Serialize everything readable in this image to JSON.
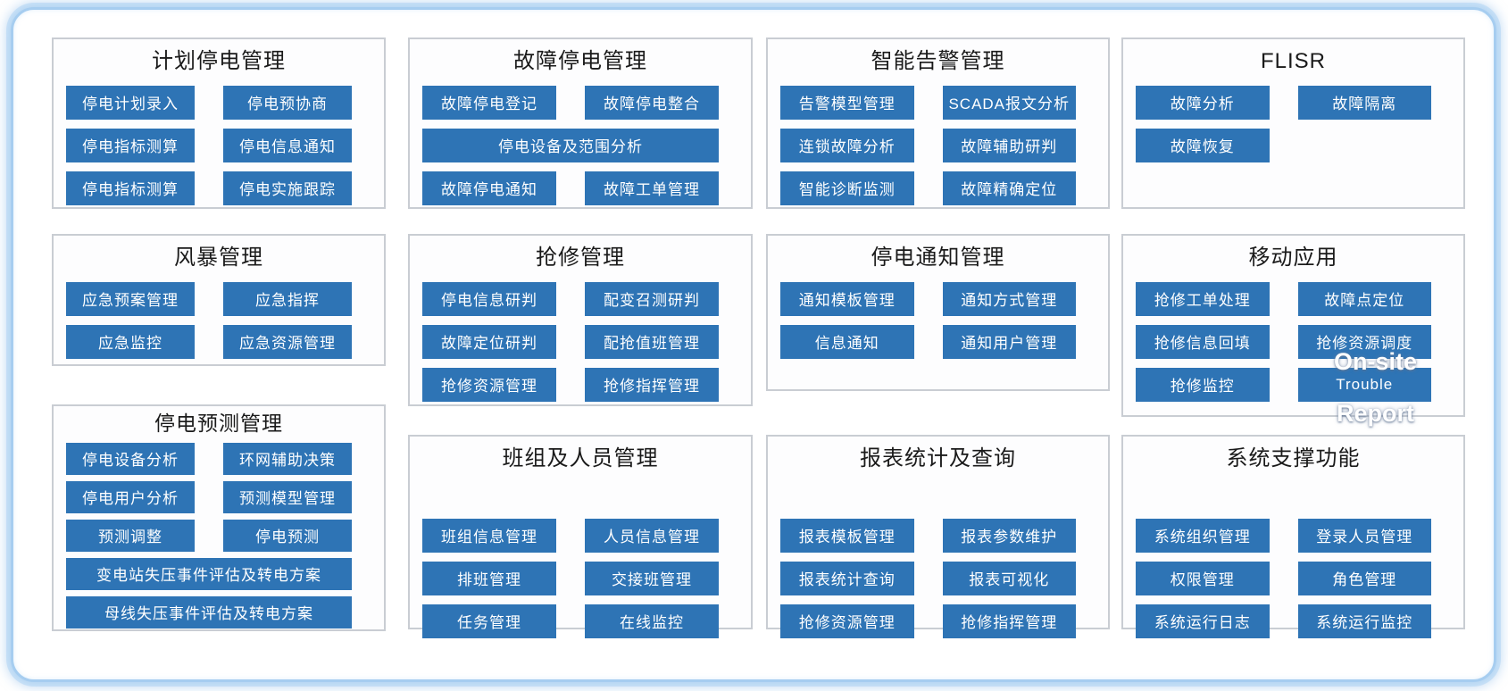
{
  "colors": {
    "button": "#2e74b5",
    "button_text": "#ffffff",
    "panel_border": "#c9cdd3",
    "panel_bg": "#fdfdfe",
    "frame_border": "#a6cdf0",
    "title": "#1a1a1a"
  },
  "overlays": {
    "on_site": "On-site",
    "report": "Report"
  },
  "panels": [
    {
      "title": "计划停电管理",
      "buttons": [
        {
          "label": "停电计划录入"
        },
        {
          "label": "停电预协商"
        },
        {
          "label": "停电指标测算"
        },
        {
          "label": "停电信息通知"
        },
        {
          "label": "停电指标测算"
        },
        {
          "label": "停电实施跟踪"
        }
      ]
    },
    {
      "title": "故障停电管理",
      "buttons": [
        {
          "label": "故障停电登记"
        },
        {
          "label": "故障停电整合"
        },
        {
          "label": "停电设备及范围分析",
          "span": 2
        },
        {
          "label": "故障停电通知"
        },
        {
          "label": "故障工单管理"
        }
      ]
    },
    {
      "title": "智能告警管理",
      "buttons": [
        {
          "label": "告警模型管理"
        },
        {
          "label": "SCADA报文分析"
        },
        {
          "label": "连锁故障分析"
        },
        {
          "label": "故障辅助研判"
        },
        {
          "label": "智能诊断监测"
        },
        {
          "label": "故障精确定位"
        }
      ]
    },
    {
      "title": "FLISR",
      "buttons": [
        {
          "label": "故障分析"
        },
        {
          "label": "故障隔离"
        },
        {
          "label": "故障恢复"
        }
      ]
    },
    {
      "title": "风暴管理",
      "buttons": [
        {
          "label": "应急预案管理"
        },
        {
          "label": "应急指挥"
        },
        {
          "label": "应急监控"
        },
        {
          "label": "应急资源管理"
        }
      ]
    },
    {
      "title": "抢修管理",
      "buttons": [
        {
          "label": "停电信息研判"
        },
        {
          "label": "配变召测研判"
        },
        {
          "label": "故障定位研判"
        },
        {
          "label": "配抢值班管理"
        },
        {
          "label": "抢修资源管理"
        },
        {
          "label": "抢修指挥管理"
        }
      ]
    },
    {
      "title": "停电通知管理",
      "buttons": [
        {
          "label": "通知模板管理"
        },
        {
          "label": "通知方式管理"
        },
        {
          "label": "信息通知"
        },
        {
          "label": "通知用户管理"
        }
      ]
    },
    {
      "title": "移动应用",
      "buttons": [
        {
          "label": "抢修工单处理"
        },
        {
          "label": "故障点定位"
        },
        {
          "label": "抢修信息回填"
        },
        {
          "label": "抢修资源调度"
        },
        {
          "label": "抢修监控"
        },
        {
          "label": "Trouble"
        }
      ]
    },
    {
      "title": "停电预测管理",
      "buttons": [
        {
          "label": "停电设备分析"
        },
        {
          "label": "环网辅助决策"
        },
        {
          "label": "停电用户分析"
        },
        {
          "label": "预测模型管理"
        },
        {
          "label": "预测调整"
        },
        {
          "label": "停电预测"
        },
        {
          "label": "变电站失压事件评估及转电方案",
          "span": 2
        },
        {
          "label": "母线失压事件评估及转电方案",
          "span": 2
        }
      ]
    },
    {
      "title": "班组及人员管理",
      "buttons": [
        {
          "label": "班组信息管理"
        },
        {
          "label": "人员信息管理"
        },
        {
          "label": "排班管理"
        },
        {
          "label": "交接班管理"
        },
        {
          "label": "任务管理"
        },
        {
          "label": "在线监控"
        }
      ]
    },
    {
      "title": "报表统计及查询",
      "buttons": [
        {
          "label": "报表模板管理"
        },
        {
          "label": "报表参数维护"
        },
        {
          "label": "报表统计查询"
        },
        {
          "label": "报表可视化"
        },
        {
          "label": "抢修资源管理"
        },
        {
          "label": "抢修指挥管理"
        }
      ]
    },
    {
      "title": "系统支撑功能",
      "buttons": [
        {
          "label": "系统组织管理"
        },
        {
          "label": "登录人员管理"
        },
        {
          "label": "权限管理"
        },
        {
          "label": "角色管理"
        },
        {
          "label": "系统运行日志"
        },
        {
          "label": "系统运行监控"
        }
      ]
    }
  ]
}
